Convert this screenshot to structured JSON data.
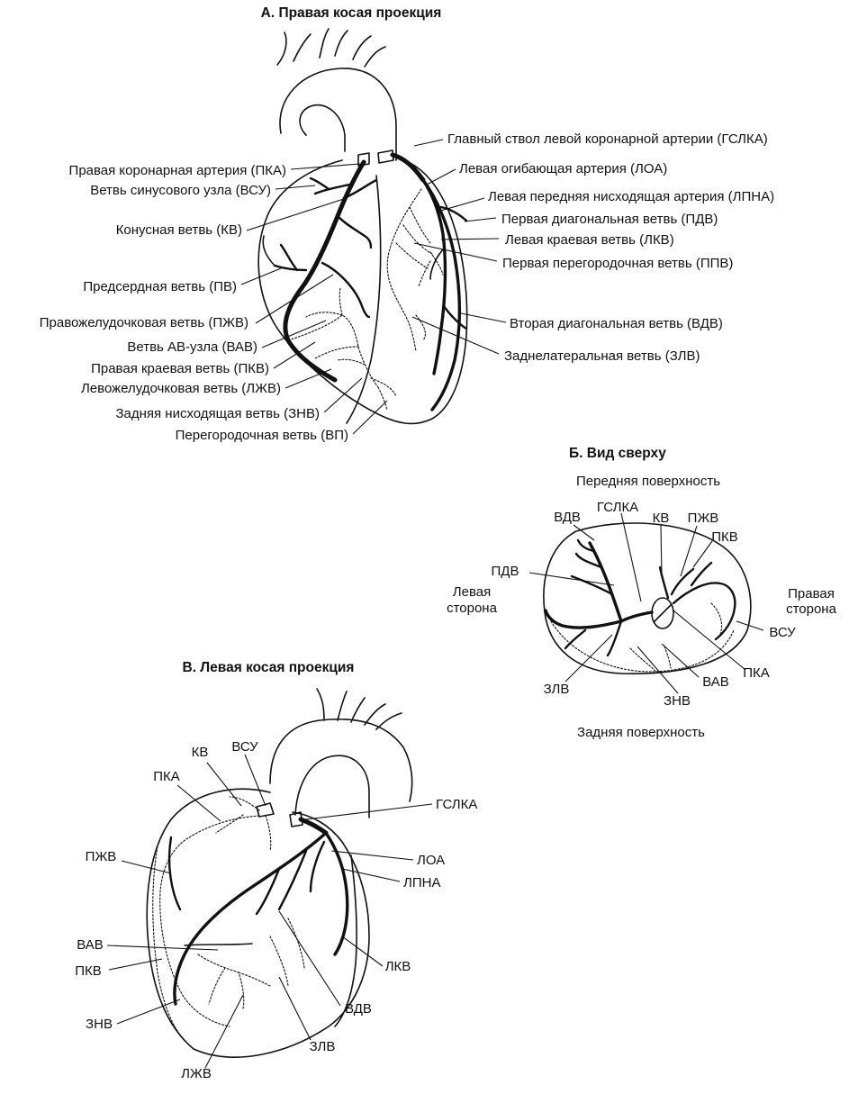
{
  "panel_a": {
    "title": "А. Правая косая проекция",
    "labels": {
      "gslka": "Главный ствол левой коронарной артерии (ГСЛКА)",
      "pka": "Правая коронарная артерия (ПКА)",
      "loa": "Левая огибающая артерия (ЛОА)",
      "vsu": "Ветвь синусового узла (ВСУ)",
      "lpna": "Левая передняя нисходящая артерия (ЛПНА)",
      "kv": "Конусная ветвь (КВ)",
      "pdv": "Первая диагональная ветвь (ПДВ)",
      "lkv": "Левая краевая ветвь (ЛКВ)",
      "ppv": "Первая перегородочная ветвь (ППВ)",
      "pv": "Предсердная ветвь (ПВ)",
      "pzhv": "Правожелудочковая ветвь (ПЖВ)",
      "vdv": "Вторая диагональная ветвь (ВДВ)",
      "vav": "Ветвь АВ-узла (ВАВ)",
      "zlv": "Заднелатеральная ветвь (ЗЛВ)",
      "pkv": "Правая краевая ветвь (ПКВ)",
      "lzhv": "Левожелудочковая ветвь (ЛЖВ)",
      "znv": "Задняя нисходящая ветвь (ЗНВ)",
      "vp": "Перегородочная ветвь (ВП)"
    }
  },
  "panel_b": {
    "title": "Б. Вид сверху",
    "anterior": "Передняя поверхность",
    "posterior": "Задняя поверхность",
    "left_side": [
      "Левая",
      "сторона"
    ],
    "right_side": [
      "Правая",
      "сторона"
    ],
    "labels": {
      "vdv": "ВДВ",
      "gslka": "ГСЛКА",
      "kv": "КВ",
      "pzhv": "ПЖВ",
      "pkv": "ПКВ",
      "pdv": "ПДВ",
      "vsu": "ВСУ",
      "pka": "ПКА",
      "zlv": "ЗЛВ",
      "vav": "ВАВ",
      "znv": "ЗНВ"
    }
  },
  "panel_c": {
    "title": "В. Левая косая проекция",
    "labels": {
      "kv": "КВ",
      "vsu": "ВСУ",
      "pka": "ПКА",
      "gslka": "ГСЛКА",
      "pzhv": "ПЖВ",
      "loa": "ЛОА",
      "lpna": "ЛПНА",
      "vav": "ВАВ",
      "pkv": "ПКВ",
      "lkv": "ЛКВ",
      "znv": "ЗНВ",
      "vdv": "ВДВ",
      "zlv": "ЗЛВ",
      "lzhv": "ЛЖВ"
    }
  }
}
